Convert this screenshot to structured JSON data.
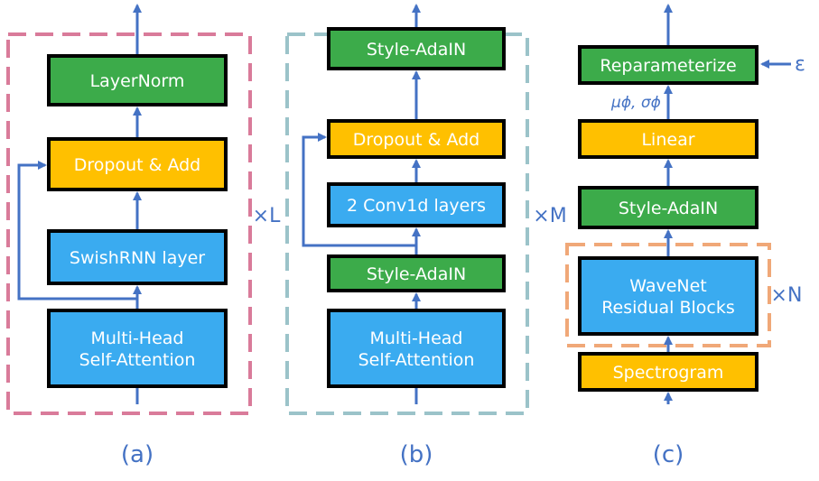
{
  "panels": [
    {
      "caption": "(a)",
      "repeat": "×L",
      "blocks": [
        {
          "lines": [
            "LayerNorm"
          ],
          "kind": "norm"
        },
        {
          "lines": [
            "Dropout & Add"
          ],
          "kind": "add"
        },
        {
          "lines": [
            "SwishRNN layer"
          ],
          "kind": "layer"
        },
        {
          "lines": [
            "Multi-Head",
            "Self-Attention"
          ],
          "kind": "layer"
        }
      ]
    },
    {
      "caption": "(b)",
      "repeat": "×M",
      "blocks": [
        {
          "lines": [
            "Style-AdaIN"
          ],
          "kind": "norm"
        },
        {
          "lines": [
            "Dropout & Add"
          ],
          "kind": "add"
        },
        {
          "lines": [
            "2 Conv1d layers"
          ],
          "kind": "layer"
        },
        {
          "lines": [
            "Style-AdaIN"
          ],
          "kind": "norm"
        },
        {
          "lines": [
            "Multi-Head",
            "Self-Attention"
          ],
          "kind": "layer"
        }
      ]
    },
    {
      "caption": "(c)",
      "repeat": "×N",
      "noise_label": "ε",
      "param_label": "μϕ, σϕ",
      "blocks": [
        {
          "lines": [
            "Reparameterize"
          ],
          "kind": "norm"
        },
        {
          "lines": [
            "Linear"
          ],
          "kind": "add"
        },
        {
          "lines": [
            "Style-AdaIN"
          ],
          "kind": "norm"
        },
        {
          "lines": [
            "WaveNet",
            "Residual Blocks"
          ],
          "kind": "layer"
        },
        {
          "lines": [
            "Spectrogram"
          ],
          "kind": "add"
        }
      ]
    }
  ],
  "colors": {
    "norm": "#3cab4a",
    "add": "#ffc000",
    "layer": "#3aabf0",
    "arrow": "#4472c4",
    "border": "#000000",
    "dash_a": "#d97b9a",
    "dash_b": "#9bc3c9",
    "dash_c": "#f0a878"
  }
}
